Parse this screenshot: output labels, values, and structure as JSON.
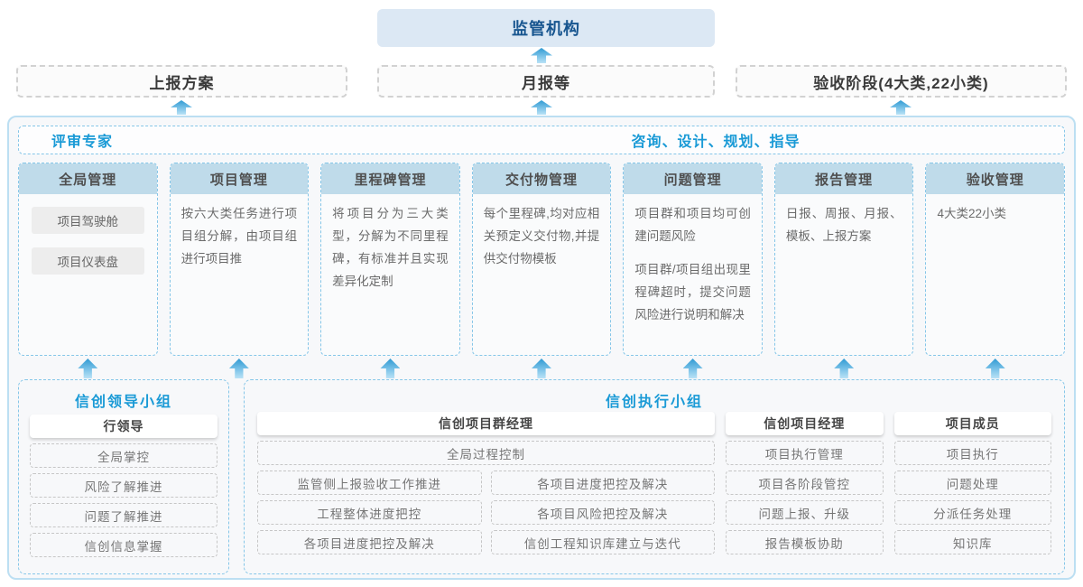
{
  "diagram": {
    "regulator": "监管机构",
    "channels": [
      "上报方案",
      "月报等",
      "验收阶段(4大类,22小类)"
    ],
    "platform": {
      "expert_label": "评审专家",
      "advisory_label": "咨询、设计、规划、指导",
      "columns": [
        {
          "title": "全局管理",
          "pills": {
            "0": "项目驾驶舱",
            "1": "项目仪表盘"
          }
        },
        {
          "title": "项目管理",
          "text": "按六大类任务进行项目组分解，由项目组进行项目推"
        },
        {
          "title": "里程碑管理",
          "text": "将项目分为三大类型，分解为不同里程碑，有标准并且实现差异化定制"
        },
        {
          "title": "交付物管理",
          "text": "每个里程碑,均对应相关预定义交付物,并提供交付物模板"
        },
        {
          "title": "问题管理",
          "text": "项目群和项目均可创建问题风险",
          "text2": "项目群/项目组出现里程碑超时，提交问题风险进行说明和解决"
        },
        {
          "title": "报告管理",
          "text": "日报、周报、月报、模板、上报方案"
        },
        {
          "title": "验收管理",
          "text": "4大类22小类"
        }
      ]
    },
    "teams": {
      "leader": {
        "title": "信创领导小组",
        "role": "行领导",
        "items": [
          "全局掌控",
          "风险了解推进",
          "问题了解推进",
          "信创信息掌握"
        ]
      },
      "exec": {
        "title": "信创执行小组",
        "program_manager": {
          "role": "信创项目群经理",
          "lead_item": "全局过程控制",
          "col1": [
            "监管侧上报验收工作推进",
            "工程整体进度把控",
            "各项目进度把控及解决"
          ],
          "col2": [
            "各项目进度把控及解决",
            "各项目风险把控及解决",
            "信创工程知识库建立与迭代"
          ]
        },
        "project_manager": {
          "role": "信创项目经理",
          "items": [
            "项目执行管理",
            "项目各阶段管控",
            "问题上报、升级",
            "报告模板协助"
          ]
        },
        "member": {
          "role": "项目成员",
          "items": [
            "项目执行",
            "问题处理",
            "分派任务处理",
            "知识库"
          ]
        }
      }
    },
    "colors": {
      "accent_blue": "#1a9ad6",
      "column_header_bg": "#bfdbea",
      "regulator_bg": "#dce8f4",
      "regulator_text": "#17558f",
      "arrow_blue": "#2f9ad3",
      "dashed_blue_border": "#85c6e8"
    }
  }
}
